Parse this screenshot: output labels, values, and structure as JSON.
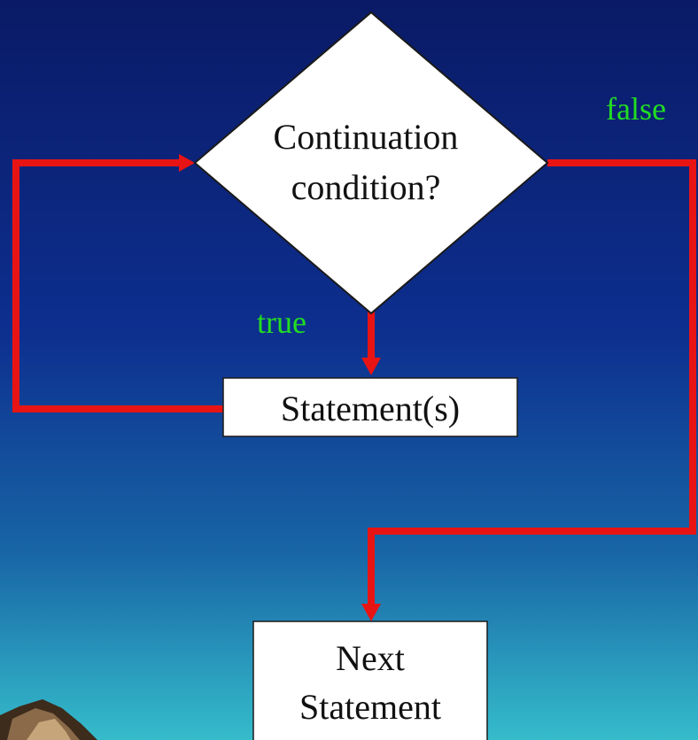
{
  "diagram": {
    "nodes": {
      "condition": {
        "line1": "Continuation",
        "line2": "condition?"
      },
      "statement": {
        "label": "Statement(s)"
      },
      "next": {
        "line1": "Next",
        "line2": "Statement"
      }
    },
    "edges": {
      "true_label": "true",
      "false_label": "false"
    }
  },
  "colors": {
    "arrow": "#ff1a1a",
    "edge_label": "#22dd22",
    "node_fill": "#ffffff",
    "background_top": "#0a1f6e",
    "background_bottom": "#2fb2c9"
  }
}
